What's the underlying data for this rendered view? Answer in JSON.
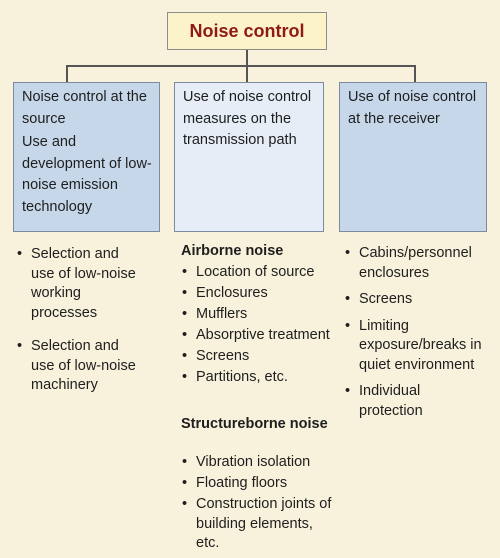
{
  "root": {
    "title": "Noise control"
  },
  "columns": [
    {
      "heading_lines": [
        "Noise control at the source",
        "Use and development of low-noise emission technology"
      ],
      "items": [
        "Selection and use of low-noise working processes",
        "Selection and use of low-noise machinery"
      ]
    },
    {
      "heading_lines": [
        "Use of noise control measures on the transmission path"
      ],
      "sections": [
        {
          "title": "Airborne noise",
          "items": [
            "Location of source",
            "Enclosures",
            "Mufflers",
            "Absorptive treatment",
            "Screens",
            "Partitions, etc."
          ]
        },
        {
          "title": "Structureborne noise",
          "items": [
            "Vibration isolation",
            "Floating floors",
            "Construction joints of building elements, etc."
          ]
        }
      ]
    },
    {
      "heading_lines": [
        "Use of noise control at the receiver"
      ],
      "items": [
        "Cabins/personnel enclosures",
        "Screens",
        "Limiting exposure/breaks in quiet environment",
        "Individual protection"
      ]
    }
  ]
}
